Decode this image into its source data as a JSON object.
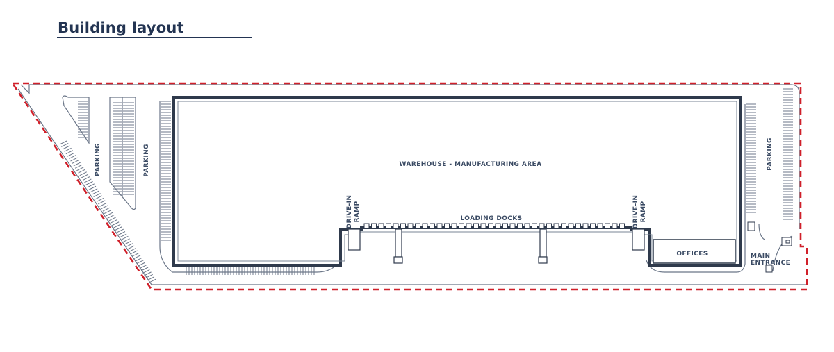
{
  "title": "Building layout",
  "colors": {
    "ink": "#233452",
    "line": "#5a6577",
    "building": "#2f3a4c",
    "boundary": "#d0202a"
  },
  "labels": {
    "warehouse": "WAREHOUSE - MANUFACTURING AREA",
    "loading_docks": "LOADING DOCKS",
    "parking": "PARKING",
    "drive_in_line1": "DRIVE-IN",
    "drive_in_line2": "RAMP",
    "offices": "OFFICES",
    "main_entrance_line1": "MAIN",
    "main_entrance_line2": "ENTRANCE"
  }
}
